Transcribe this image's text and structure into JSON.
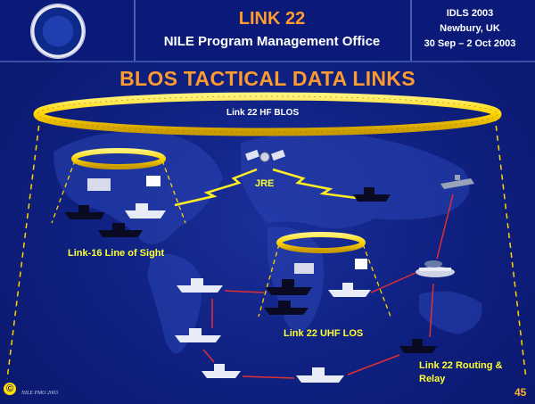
{
  "header": {
    "title": "LINK 22",
    "subtitle": "NILE Program Management Office",
    "conference": [
      "IDLS 2003",
      "Newbury, UK",
      "30 Sep – 2 Oct 2003"
    ]
  },
  "slide_title": "BLOS TACTICAL DATA LINKS",
  "labels": {
    "hf_blos": "Link 22 HF BLOS",
    "jre": "JRE",
    "link16": "Link-16 Line of Sight",
    "uhf_los": "Link 22 UHF LOS",
    "routing_line1": "Link 22 Routing &",
    "routing_line2": "Relay"
  },
  "footer": {
    "copyright_symbol": "©",
    "source": "NILE PMO 2003",
    "page_number": "45"
  },
  "colors": {
    "background": "#0f2182",
    "title_orange": "#ff9a2e",
    "label_yellow": "#ffff30",
    "link_red": "#e03030",
    "ring_yellow": "#ffd400"
  }
}
